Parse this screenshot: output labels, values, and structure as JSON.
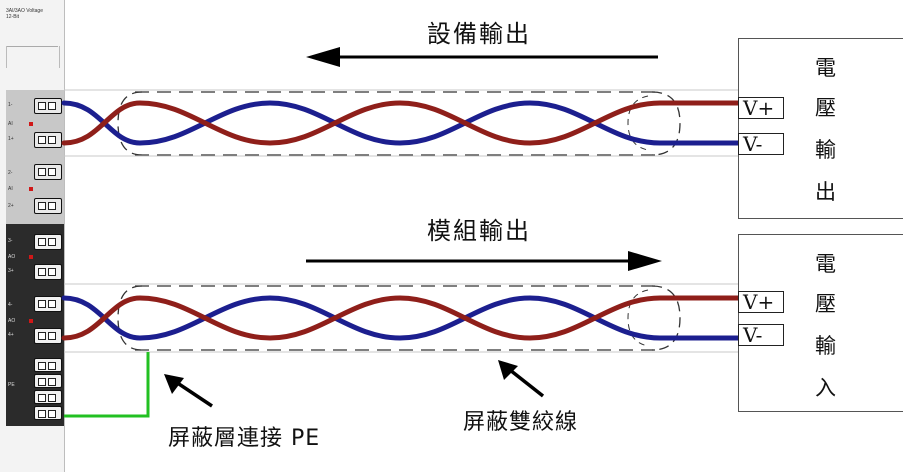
{
  "module": {
    "header_line1": "3AI/3AO Voltage",
    "header_line2": "12-Bit",
    "ai_labels": [
      "1-",
      "AI",
      "1+",
      "2-",
      "AI",
      "2+"
    ],
    "ao_labels": [
      "3-",
      "AO",
      "3+",
      "4-",
      "AO",
      "4+"
    ],
    "pe_label": "PE"
  },
  "top": {
    "arrow_label": "設備輸出",
    "box_chars": [
      "電",
      "壓",
      "輸",
      "出"
    ],
    "v_plus": "V+",
    "v_minus": "V-"
  },
  "bottom": {
    "arrow_label": "模組輸出",
    "box_chars": [
      "電",
      "壓",
      "輸",
      "入"
    ],
    "v_plus": "V+",
    "v_minus": "V-"
  },
  "notes": {
    "shield_to_pe": "屏蔽層連接 PE",
    "shielded_twisted_pair": "屏蔽雙絞線"
  },
  "colors": {
    "wire_red": "#8f1f1a",
    "wire_blue": "#1c1f8f",
    "pe_wire": "#22c022"
  }
}
